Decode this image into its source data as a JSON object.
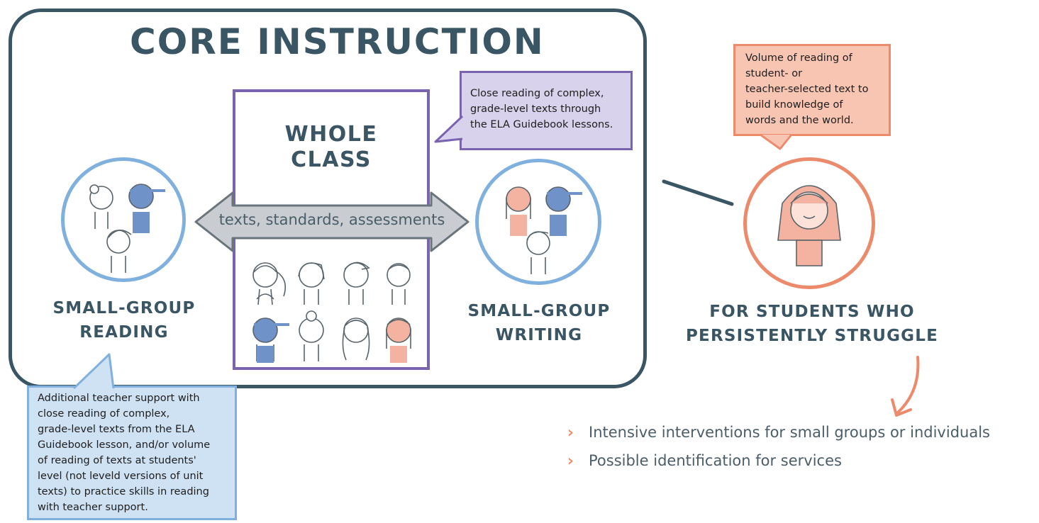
{
  "title": "CORE INSTRUCTION",
  "whole_class": {
    "title_line1": "WHOLE",
    "title_line2": "CLASS"
  },
  "arrow_label": "texts, standards, assessments",
  "groups": {
    "reading": {
      "line1": "SMALL-GROUP",
      "line2": "READING"
    },
    "writing": {
      "line1": "SMALL-GROUP",
      "line2": "WRITING"
    },
    "struggle": {
      "line1": "FOR STUDENTS WHO",
      "line2": "PERSISTENTLY STRUGGLE"
    }
  },
  "callouts": {
    "whole_class": [
      "Close reading of complex,",
      "grade-level texts through",
      "the ELA Guidebook lessons."
    ],
    "struggle": [
      "Volume of reading of",
      "student- or",
      "teacher-selected text to",
      "build knowledge of",
      "words and the world."
    ],
    "reading": [
      "Additional teacher support with",
      "close reading of complex,",
      "grade-level texts from the ELA",
      "Guidebook lesson, and/or volume",
      "of reading of texts at students'",
      "level (not leveld versions of unit",
      "texts) to practice skills in reading",
      "with teacher support."
    ]
  },
  "interventions": [
    {
      "chevron": "›",
      "text": "Intensive interventions for small groups or individuals"
    },
    {
      "chevron": "›",
      "text": "Possible identification for services"
    }
  ],
  "colors": {
    "frame": "#3a5563",
    "whole_class": "#7a64b0",
    "whole_class_fill": "#d9d2ec",
    "small_group": "#7fb0de",
    "small_group_fill": "#cfe2f4",
    "struggle": "#ec8a6c",
    "struggle_fill": "#f8c5b3"
  }
}
